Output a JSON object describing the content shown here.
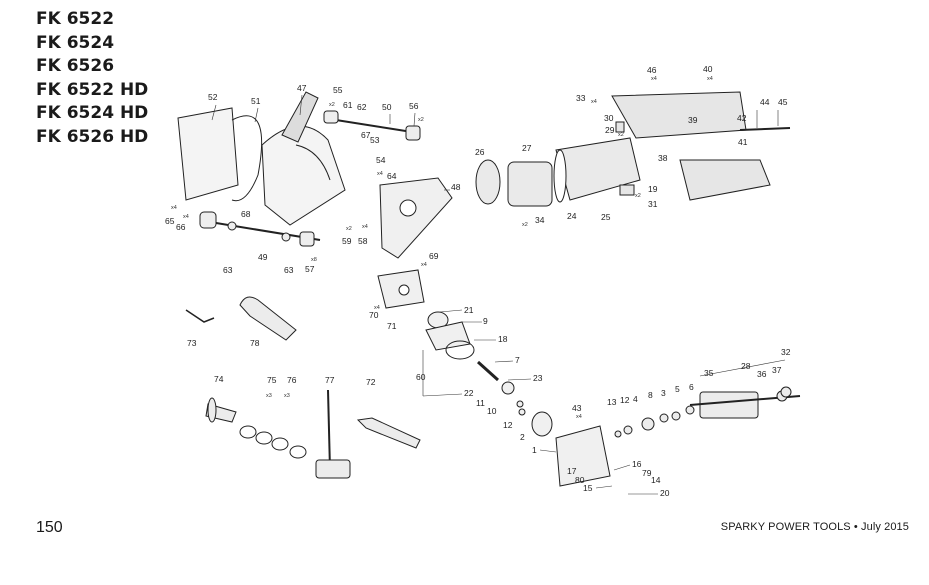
{
  "models": [
    "FK 6522",
    "FK 6524",
    "FK 6526",
    "FK 6522 HD",
    "FK 6524 HD",
    "FK 6526 HD"
  ],
  "part_labels": [
    "1",
    "2",
    "3",
    "4",
    "5",
    "6",
    "7",
    "8",
    "9",
    "10",
    "11",
    "12",
    "12",
    "13",
    "14",
    "15",
    "16",
    "17",
    "18",
    "19",
    "20",
    "21",
    "22",
    "23",
    "24",
    "25",
    "26",
    "27",
    "28",
    "29",
    "30",
    "31",
    "32",
    "33",
    "34",
    "35",
    "36",
    "37",
    "38",
    "39",
    "40",
    "41",
    "42",
    "43",
    "44",
    "45",
    "46",
    "47",
    "48",
    "49",
    "50",
    "51",
    "52",
    "53",
    "54",
    "55",
    "56",
    "57",
    "58",
    "59",
    "60",
    "61",
    "62",
    "63",
    "63",
    "64",
    "65",
    "66",
    "67",
    "68",
    "69",
    "70",
    "71",
    "72",
    "73",
    "74",
    "75",
    "76",
    "77",
    "78",
    "79",
    "80"
  ],
  "quantity_marks": [
    "x2",
    "x4",
    "x2",
    "x4",
    "x4",
    "x2",
    "x4",
    "x2",
    "x2",
    "x4",
    "x4",
    "x4",
    "x8",
    "x4",
    "x4",
    "x2",
    "x3",
    "x4",
    "x3"
  ],
  "page_number": "150",
  "footer": "SPARKY POWER TOOLS • July 2015"
}
